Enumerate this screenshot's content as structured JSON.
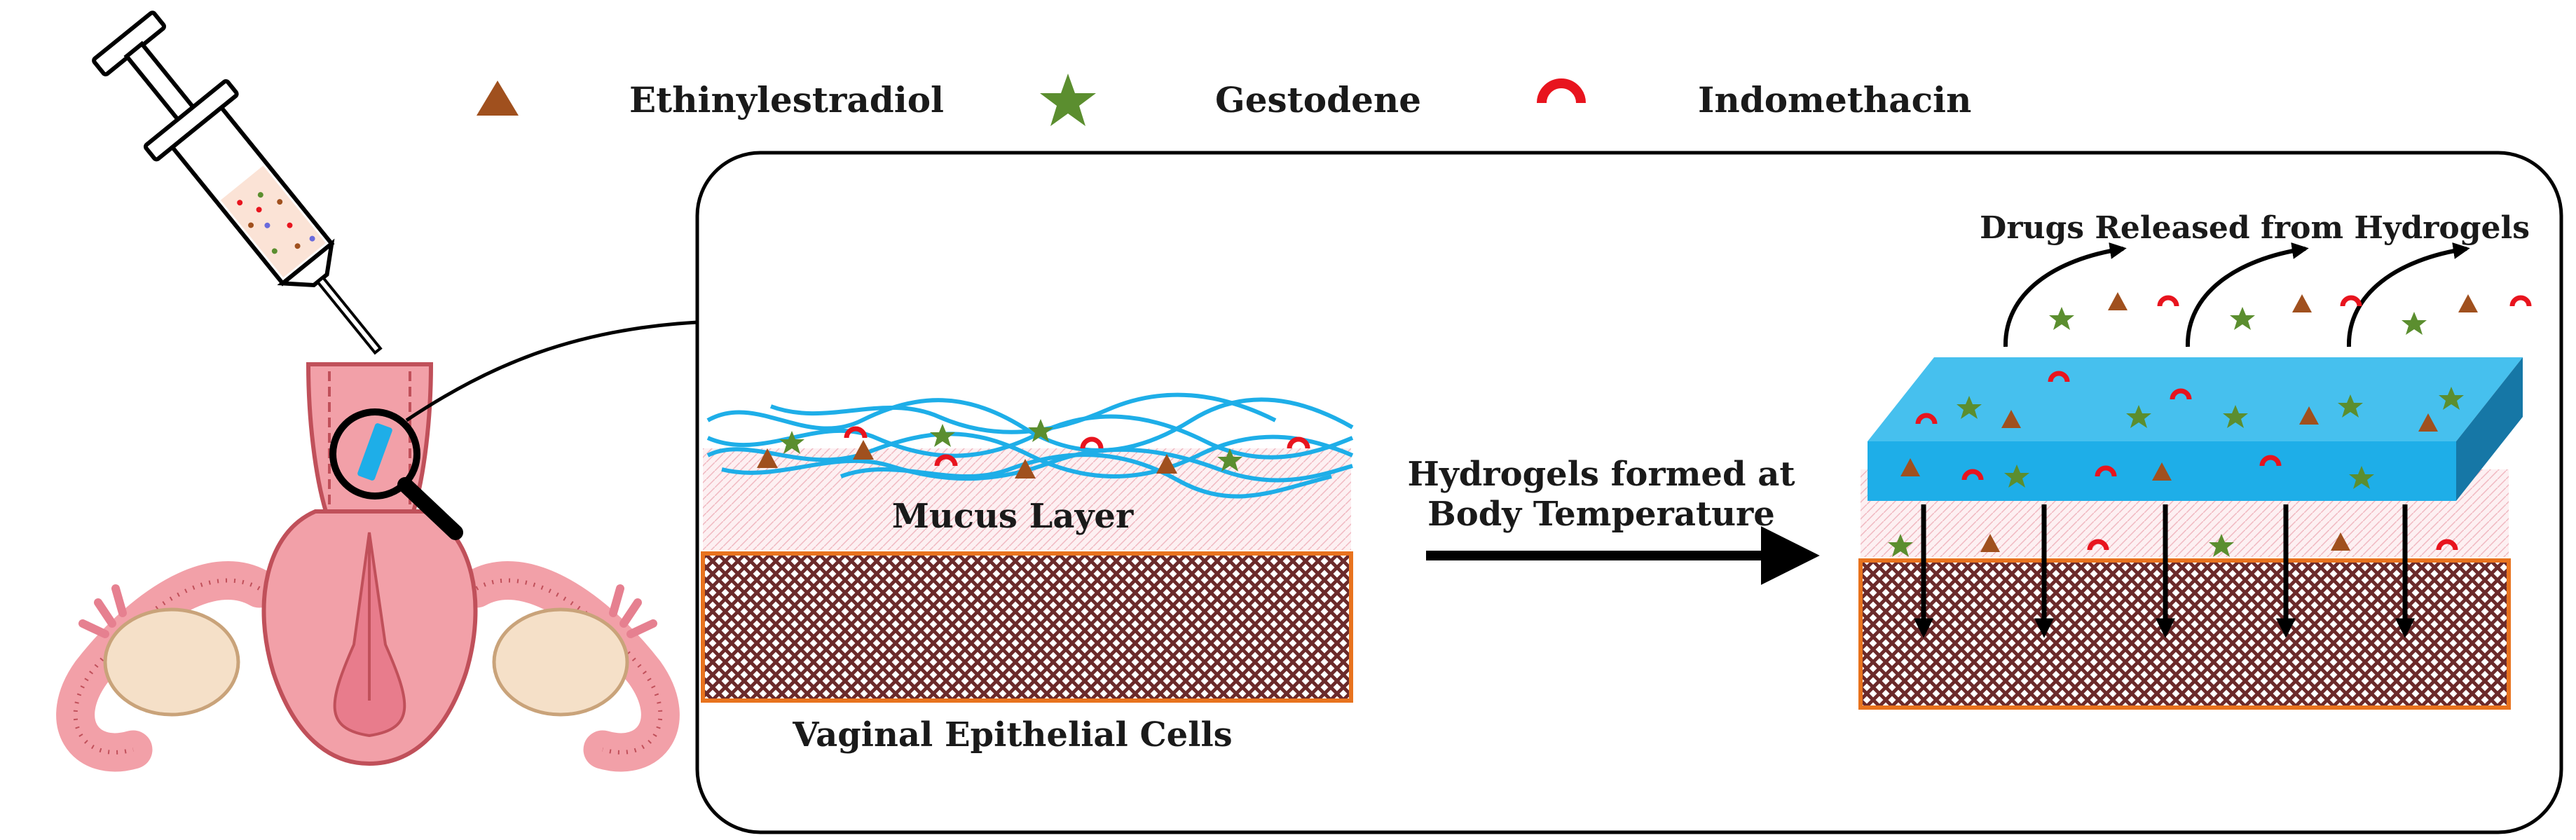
{
  "legend": {
    "items": [
      {
        "label": "Ethinylestradiol",
        "icon": "triangle-icon",
        "color": "#a0501e"
      },
      {
        "label": "Gestodene",
        "icon": "star-icon",
        "color": "#5b8e2f"
      },
      {
        "label": "Indomethacin",
        "icon": "arc-icon",
        "color": "#e8141e"
      }
    ]
  },
  "labels": {
    "mucus_layer": "Mucus Layer",
    "epithelial_cells": "Vaginal Epithelial Cells",
    "arrow_line1": "Hydrogels formed at",
    "arrow_line2": "Body Temperature",
    "released": "Drugs Released from Hydrogels"
  },
  "colors": {
    "hydrogel": "#1eaee8",
    "hydrogel_side": "#1677a6",
    "tissue_border": "#e8731e",
    "tissue_fill": "#6b2a2a",
    "mucus_fill": "#fbe3e6",
    "organ": "#f2a0a8",
    "organ_dark": "#c0505a"
  }
}
